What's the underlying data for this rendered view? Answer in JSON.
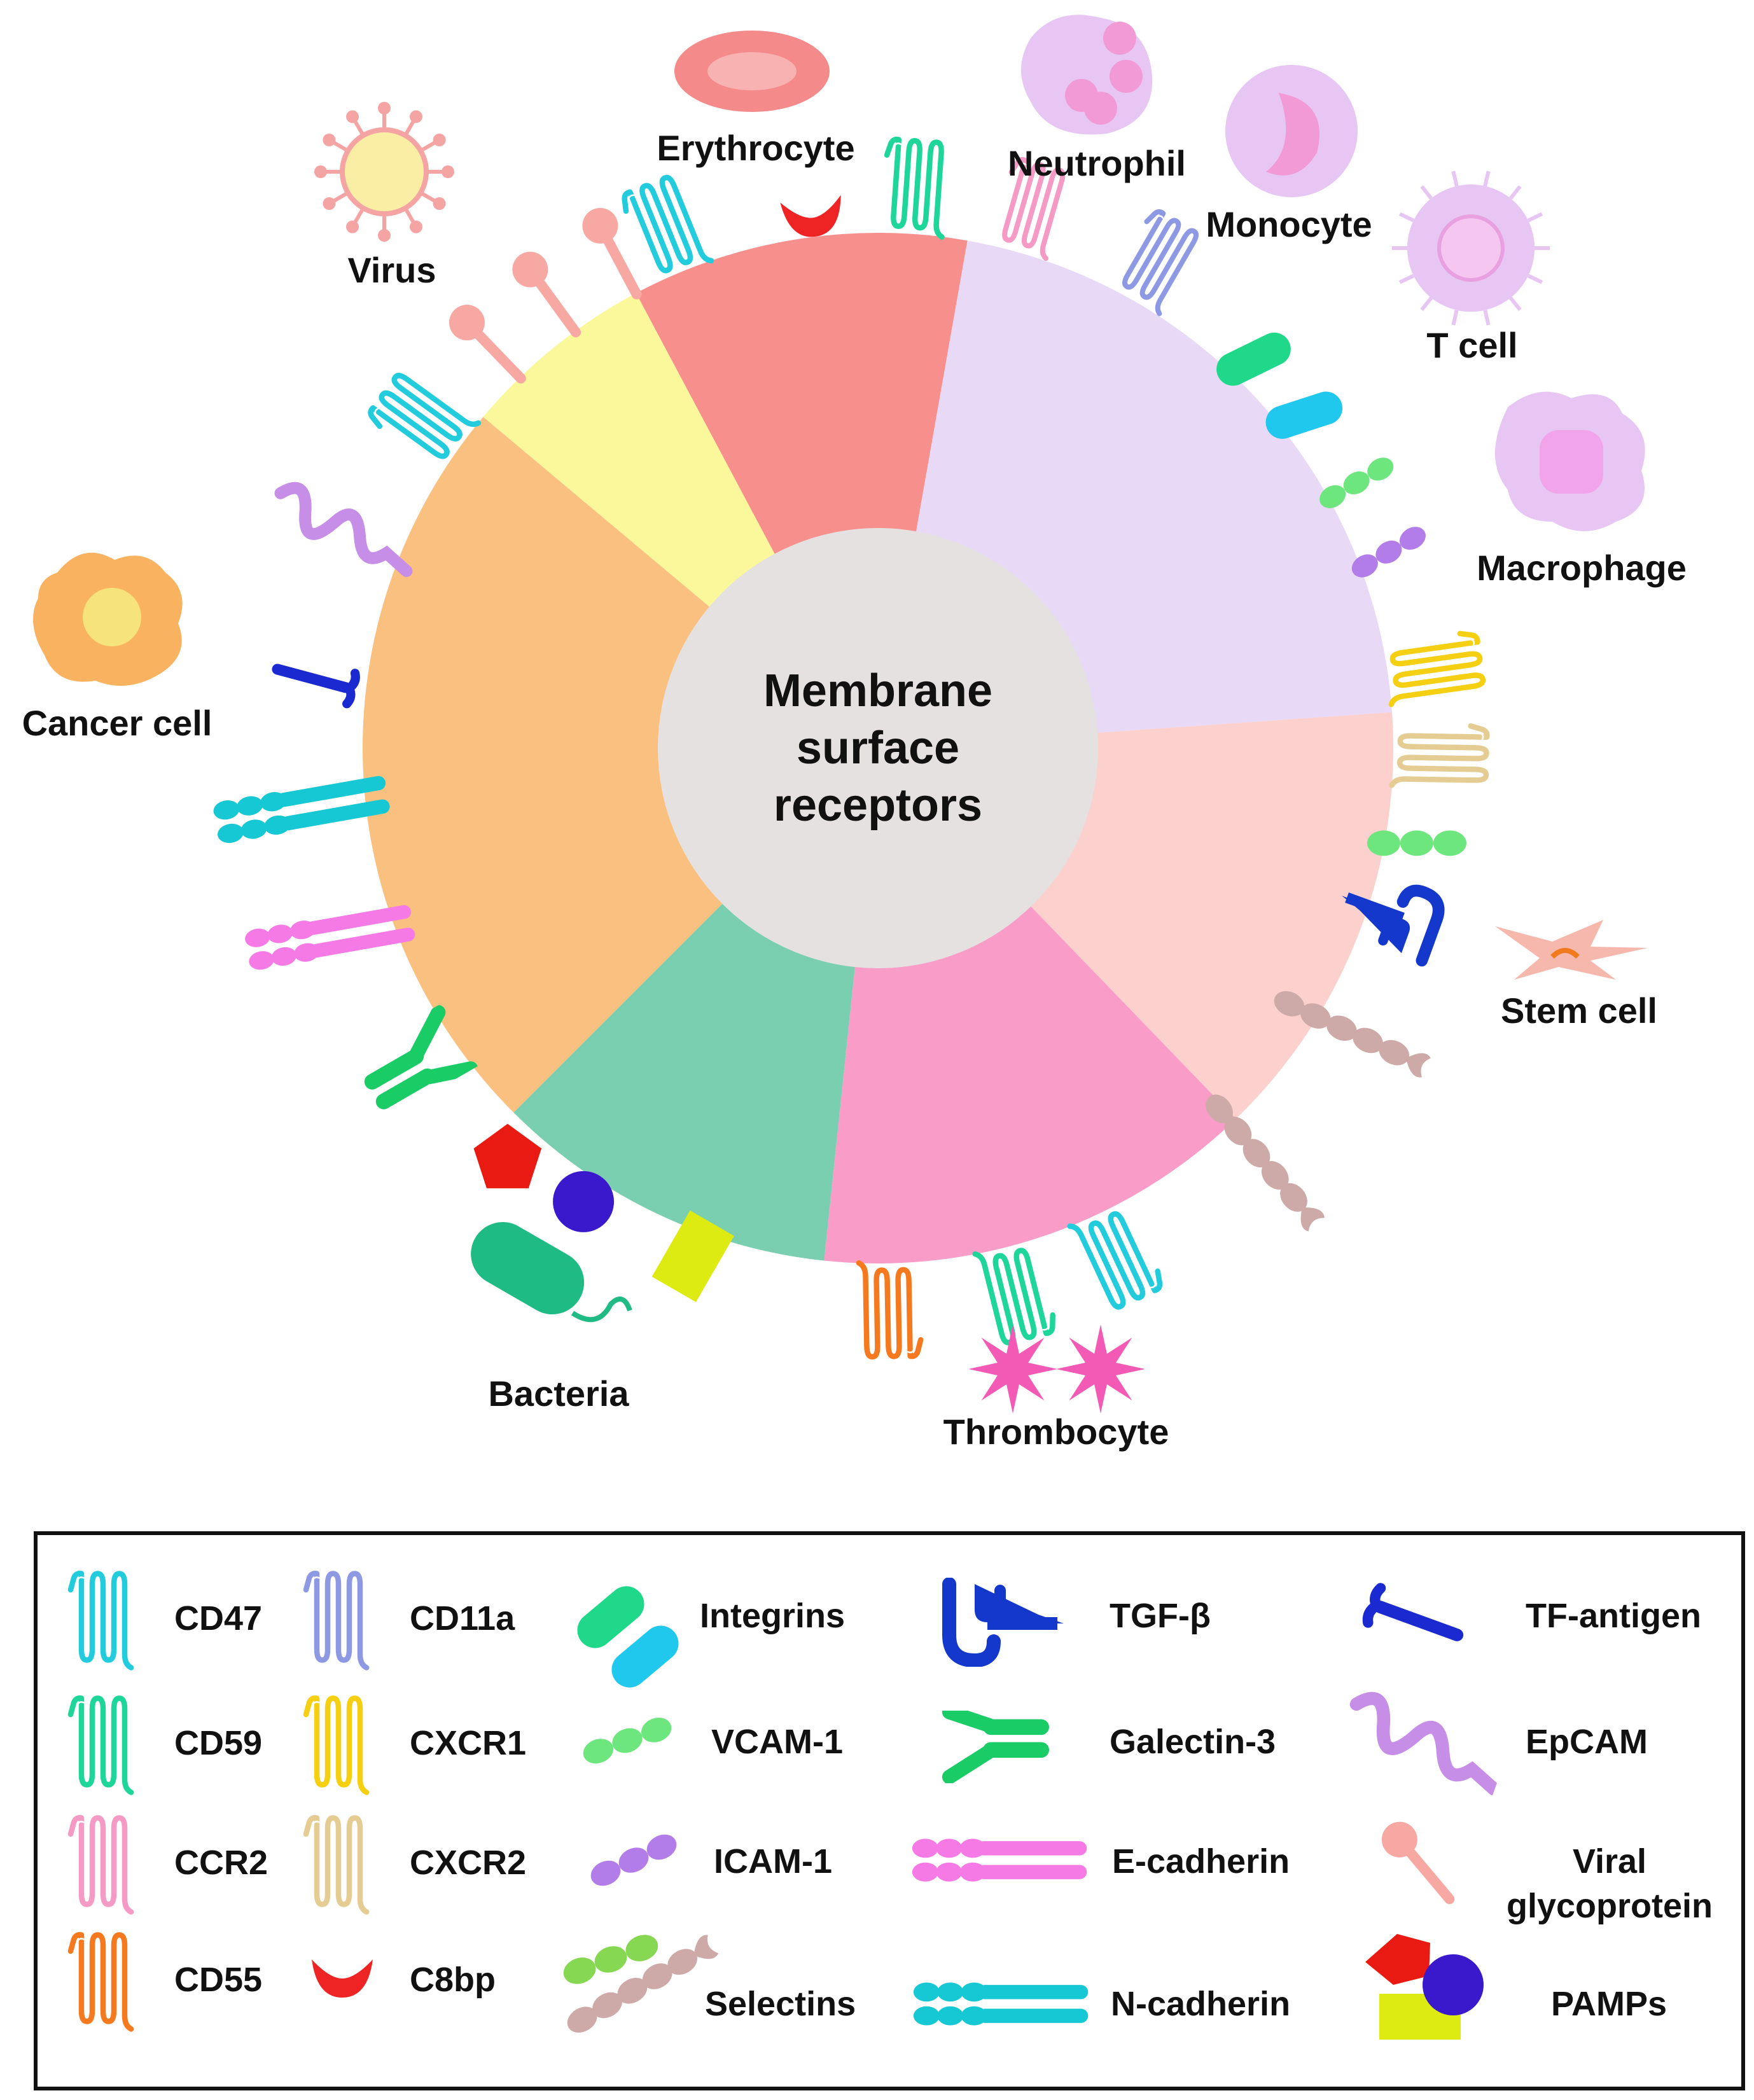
{
  "center": {
    "line1": "Membrane",
    "line2": "surface",
    "line3": "receptors"
  },
  "sector_colors": {
    "erythrocyte": "#f7908c",
    "immune": "#e8d9f7",
    "stem": "#fcd0cc",
    "thrombocyte": "#f99cc8",
    "bacteria": "#79cfb0",
    "cancer": "#f9c07f",
    "virus": "#fbf79b",
    "hub": "#e6e1e1"
  },
  "cells": {
    "erythrocyte": "Erythrocyte",
    "neutrophil": "Neutrophil",
    "monocyte": "Monocyte",
    "tcell": "T cell",
    "macrophage": "Macrophage",
    "stemcell": "Stem cell",
    "thrombocyte": "Thrombocyte",
    "bacteria": "Bacteria",
    "cancer": "Cancer cell",
    "virus": "Virus"
  },
  "legend": {
    "cd47": "CD47",
    "cd11a": "CD11a",
    "integrins": "Integrins",
    "tgfb": "TGF-β",
    "tfantigen": "TF-antigen",
    "cd59": "CD59",
    "cxcr1": "CXCR1",
    "vcam1": "VCAM-1",
    "galectin3": "Galectin-3",
    "epcam": "EpCAM",
    "ccr2": "CCR2",
    "cxcr2": "CXCR2",
    "icam1": "ICAM-1",
    "ecadherin": "E-cadherin",
    "viral1": "Viral",
    "viral2": "glycoprotein",
    "cd55": "CD55",
    "c8bp": "C8bp",
    "selectins": "Selectins",
    "ncadherin": "N-cadherin",
    "pamps": "PAMPs"
  },
  "receptor_colors": {
    "cd47": "#22ccdd",
    "cd11a": "#8e99e4",
    "cd59": "#1fd69a",
    "cxcr1": "#f5cf12",
    "ccr2": "#f59ac4",
    "cxcr2": "#e4cc92",
    "cd55": "#f57a1f",
    "c8bp": "#ee2424",
    "integrin_a": "#20d88a",
    "integrin_b": "#20c8ee",
    "vcam1": "#6ee67e",
    "icam1": "#b27de8",
    "selectin_a": "#86d852",
    "selectin_b": "#cdaaa8",
    "tgfb": "#1438cc",
    "tfantigen": "#1a2ad0",
    "galectin3": "#19cc66",
    "epcam": "#c68ee6",
    "ecadherin": "#f57ae6",
    "ncadherin": "#16c8d4",
    "viral": "#f7a8a2",
    "pamp_red": "#e81a12",
    "pamp_blue": "#3a18cc",
    "pamp_yellow": "#ddeb12"
  }
}
